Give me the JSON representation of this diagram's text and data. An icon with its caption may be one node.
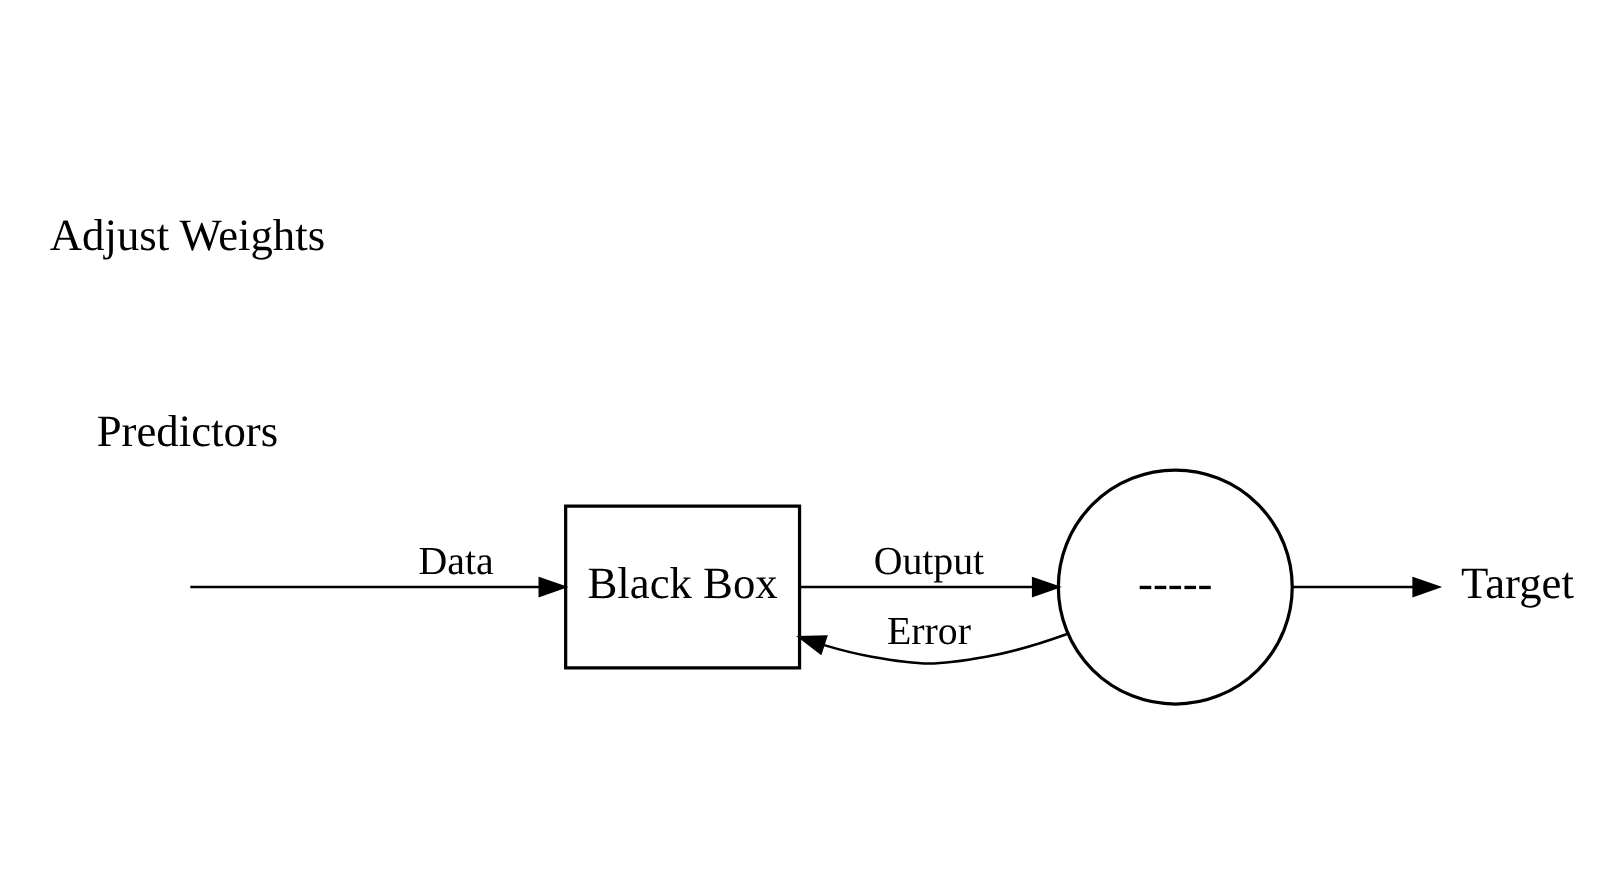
{
  "diagram": {
    "nodes": [
      {
        "text": [
          "Black Box"
        ]
      },
      {
        "text": [
          "-----"
        ]
      },
      {
        "text": [
          "Target"
        ]
      }
    ],
    "edges": [
      {
        "from": null,
        "to": 0,
        "arrow": "to",
        "label": "Data"
      },
      {
        "from": 0,
        "to": 1,
        "arrow": "to",
        "label": "Output"
      },
      {
        "from": 1,
        "to": 0,
        "arrow": "to",
        "label": "Error"
      },
      {
        "from": 1,
        "to": 2,
        "arrow": "to"
      }
    ],
    "labels": [
      "Predictors",
      "Adjust Weights"
    ]
  }
}
